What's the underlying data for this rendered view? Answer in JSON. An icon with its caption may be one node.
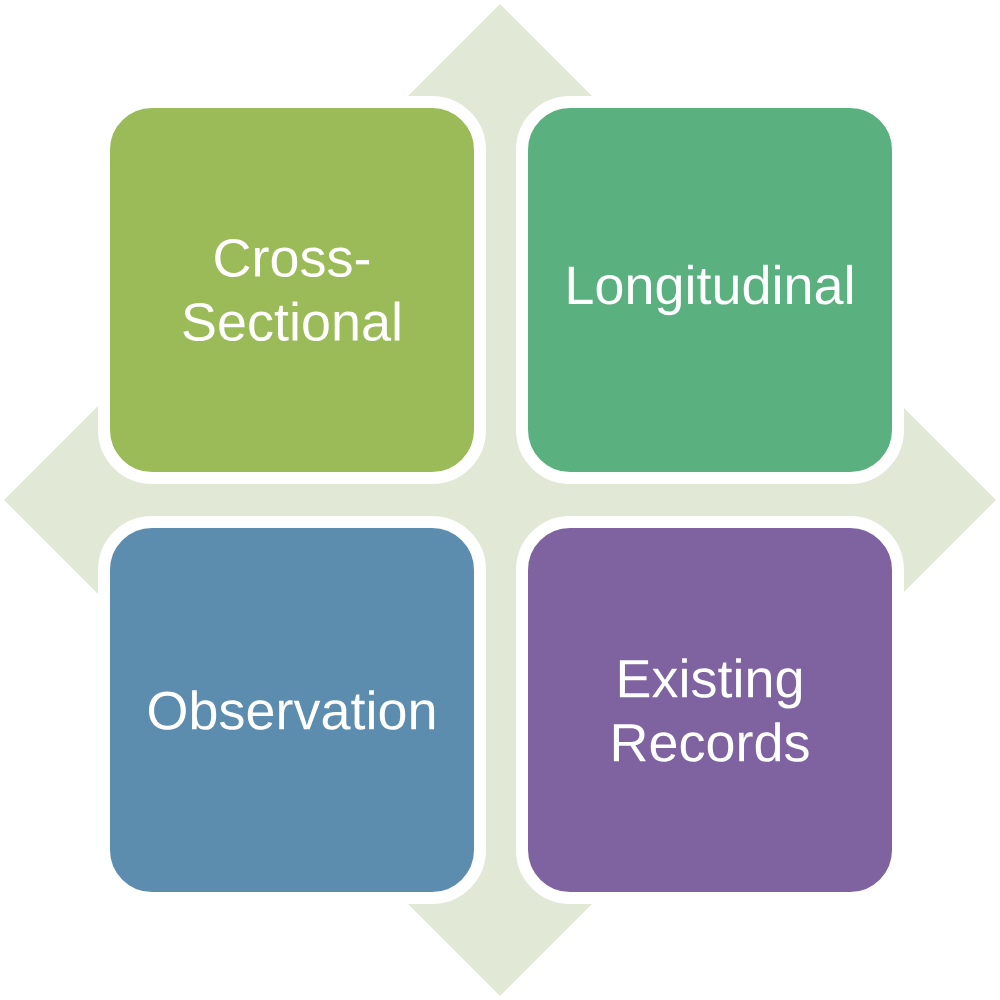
{
  "diagram": {
    "nodes": [
      {
        "text": [
          "Cross-Sectional"
        ]
      },
      {
        "text": [
          "Longitudinal"
        ]
      },
      {
        "text": [
          "Observation"
        ]
      },
      {
        "text": [
          "Existing Records"
        ]
      }
    ]
  }
}
